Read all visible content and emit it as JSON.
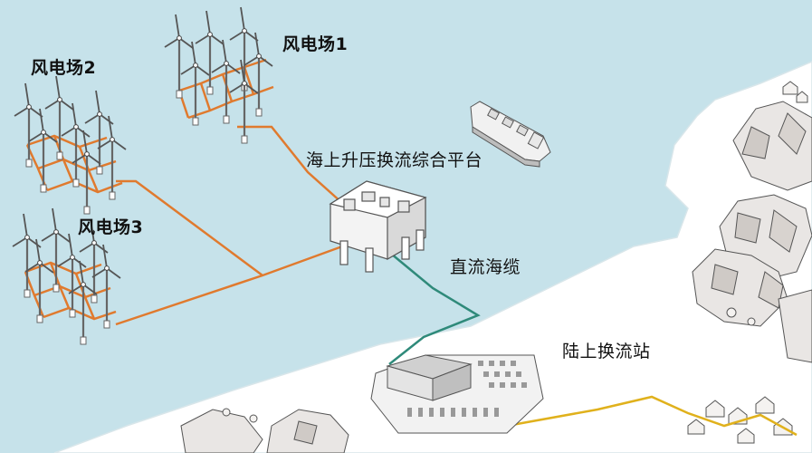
{
  "labels": {
    "wind_farm_1": "风电场1",
    "wind_farm_2": "风电场2",
    "wind_farm_3": "风电场3",
    "offshore_platform": "海上升压换流综合平台",
    "dc_cable": "直流海缆",
    "onshore_station": "陆上换流站"
  },
  "colors": {
    "sea": "#c6e2ea",
    "land": "#ffffff",
    "ac_cable": "#e07a2e",
    "dc_cable": "#2f8a7a",
    "onshore_line": "#e0b11c",
    "structure_outline": "#555555"
  },
  "icons": [
    "wind-turbine-icon",
    "ship-icon",
    "platform-icon",
    "converter-station-icon",
    "rock-icon",
    "house-icon"
  ]
}
